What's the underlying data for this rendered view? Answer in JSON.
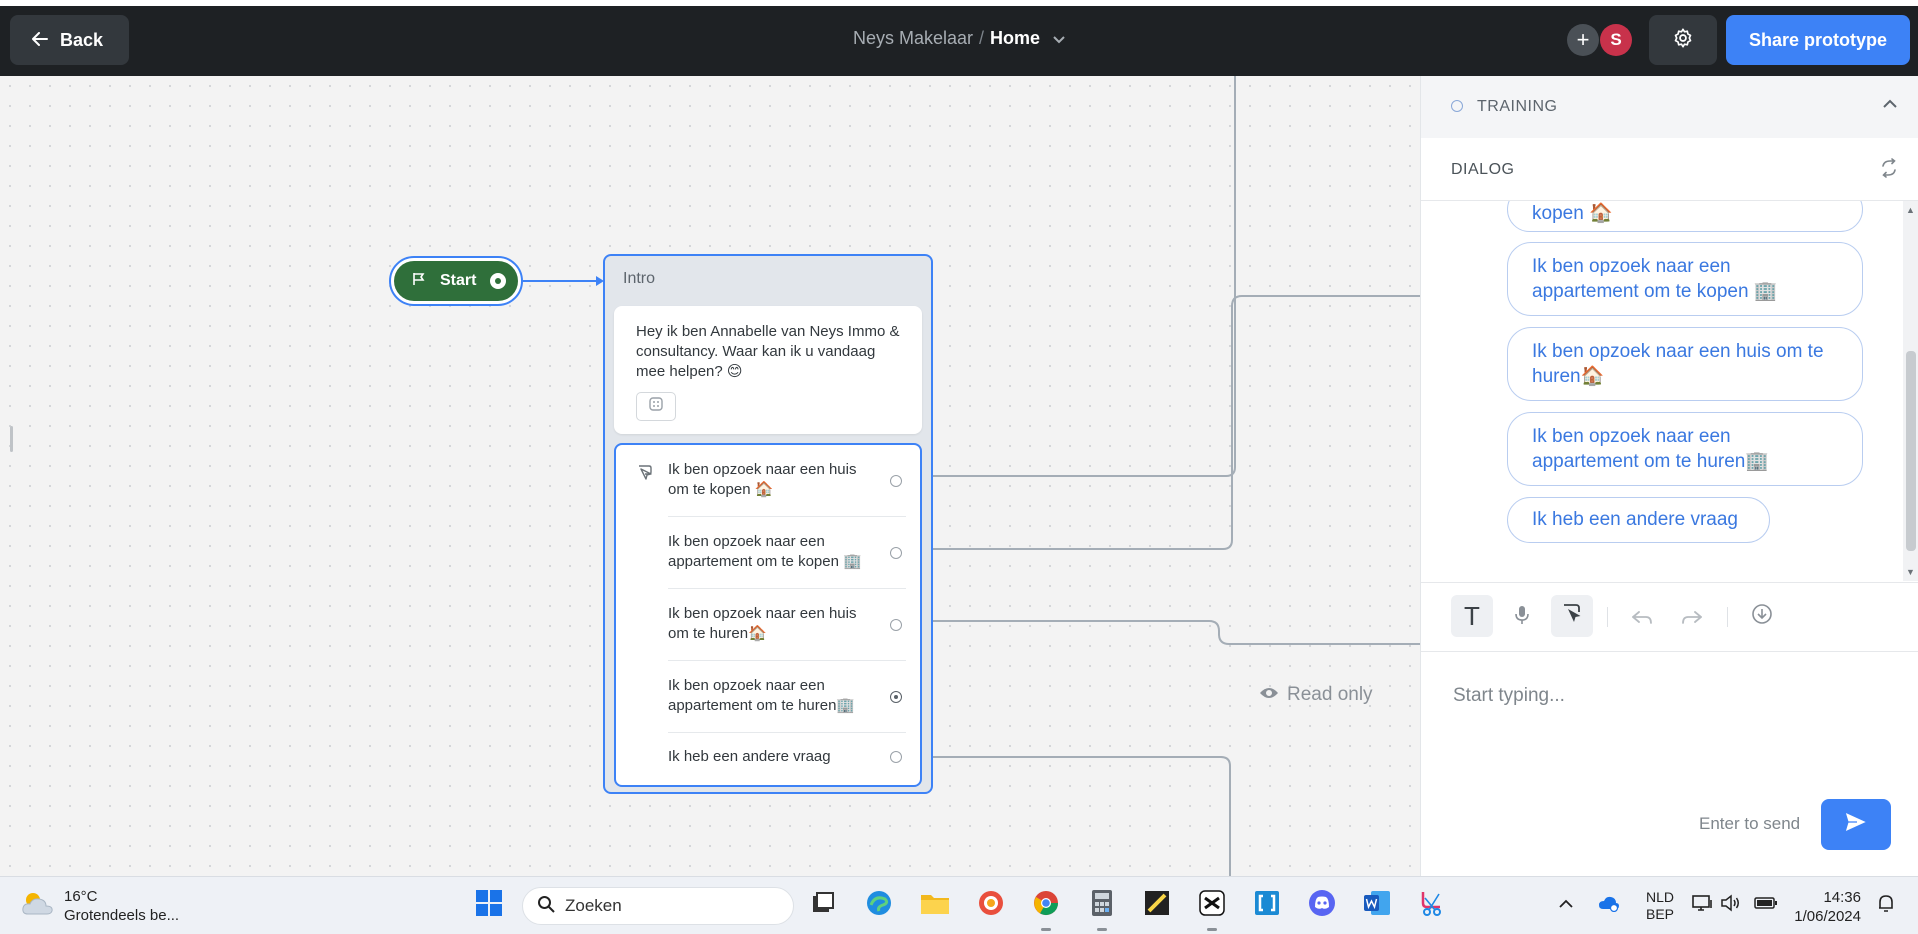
{
  "header": {
    "back_label": "Back",
    "project": "Neys Makelaar",
    "separator": "/",
    "page": "Home",
    "avatar_initial": "S",
    "share_label": "Share prototype"
  },
  "canvas": {
    "start_label": "Start",
    "block_title": "Intro",
    "message": "Hey ik ben Annabelle van Neys Immo & consultancy. Waar kan ik u vandaag mee helpen? 😊",
    "choices": [
      "Ik ben opzoek naar een huis om te kopen 🏠",
      "Ik ben opzoek naar een appartement om te kopen 🏢",
      "Ik ben opzoek naar een huis om te huren🏠",
      "Ik ben opzoek naar een appartement om te huren🏢",
      "Ik heb een andere vraag"
    ],
    "read_only": "Read only"
  },
  "panel": {
    "training_label": "TRAINING",
    "dialog_label": "DIALOG",
    "bubbles": [
      "kopen 🏠",
      "Ik ben opzoek naar een appartement om te kopen 🏢",
      "Ik ben opzoek naar een huis om te huren🏠",
      "Ik ben opzoek naar een appartement om te huren🏢",
      "Ik heb een andere vraag"
    ],
    "composer_placeholder": "Start typing...",
    "send_hint": "Enter to send"
  },
  "taskbar": {
    "temperature": "16°C",
    "weather_desc": "Grotendeels be...",
    "search_placeholder": "Zoeken",
    "lang": "NLD",
    "layout": "BEP",
    "time": "14:36",
    "date": "1/06/2024"
  },
  "colors": {
    "accent": "#3d82f6",
    "start_green": "#2f6f3a",
    "header_bg": "#1e2124"
  }
}
